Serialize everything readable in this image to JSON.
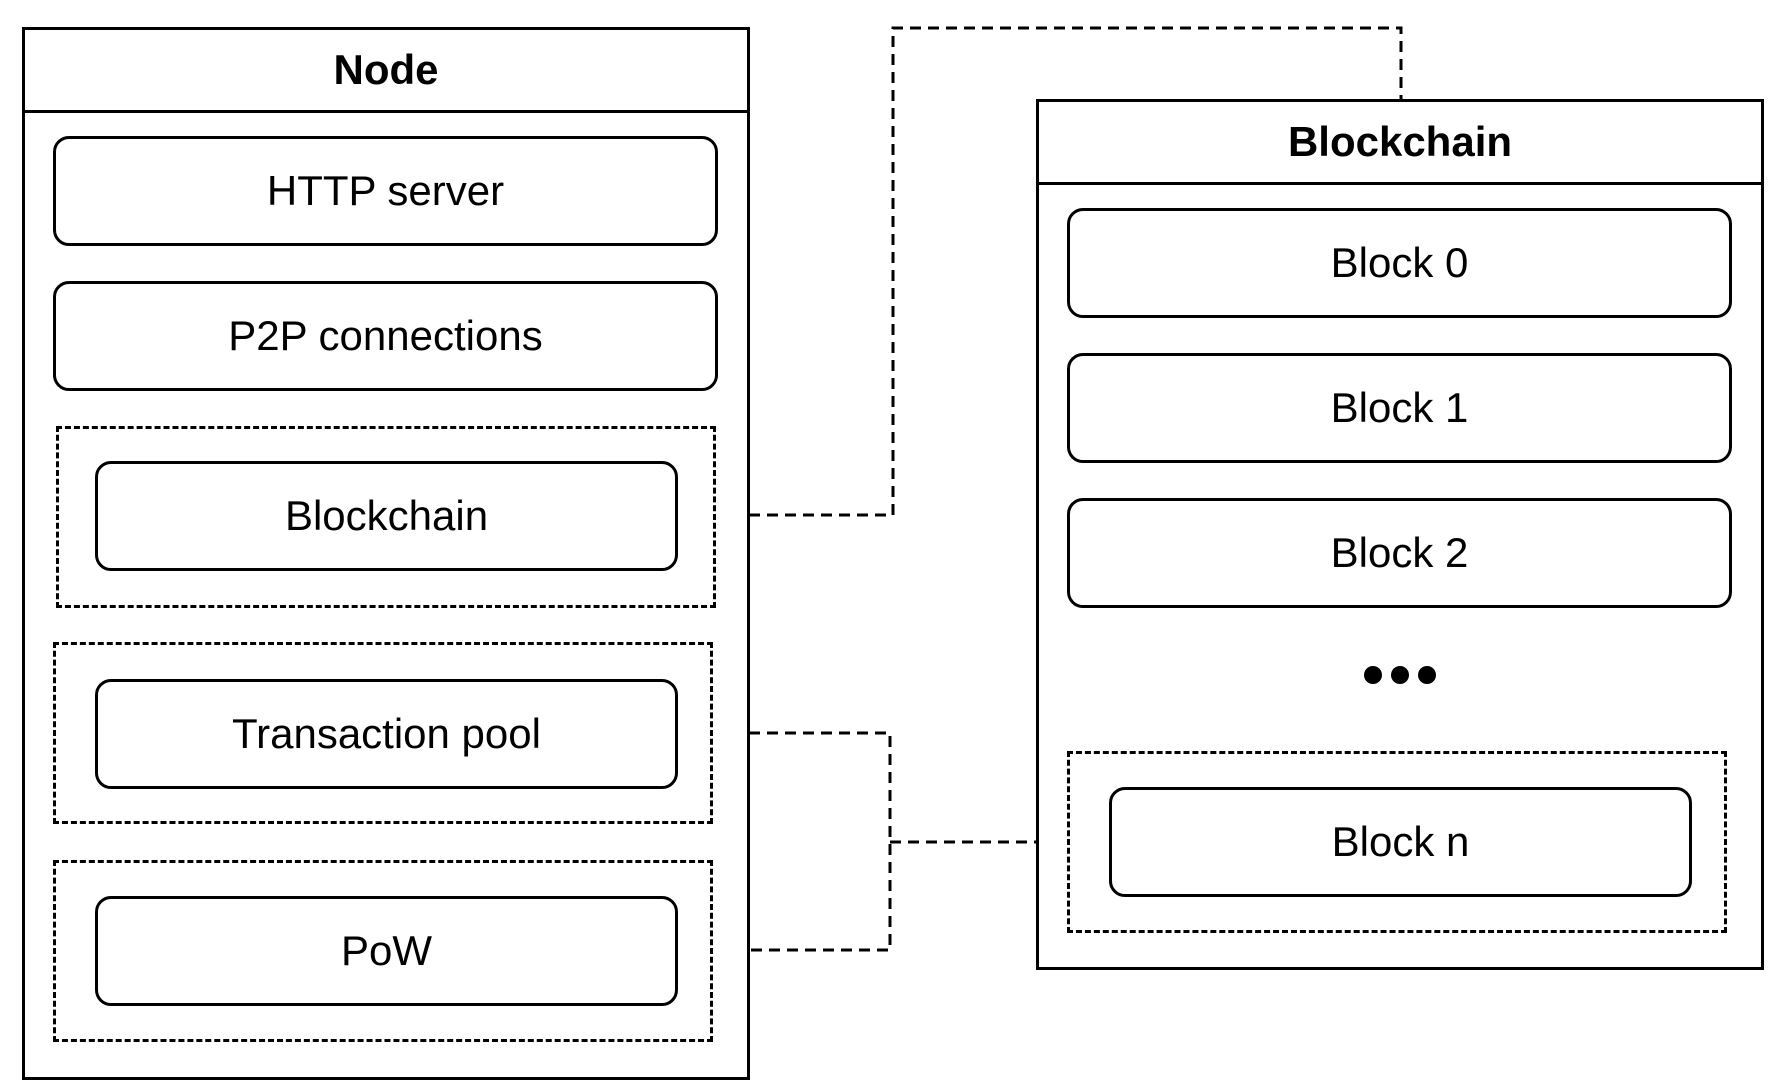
{
  "node": {
    "title": "Node",
    "components": {
      "http_server": "HTTP server",
      "p2p_connections": "P2P connections",
      "blockchain": "Blockchain",
      "transaction_pool": "Transaction pool",
      "pow": "PoW"
    }
  },
  "blockchain": {
    "title": "Blockchain",
    "blocks": {
      "block0": "Block 0",
      "block1": "Block 1",
      "block2": "Block 2",
      "blockn": "Block n"
    }
  }
}
